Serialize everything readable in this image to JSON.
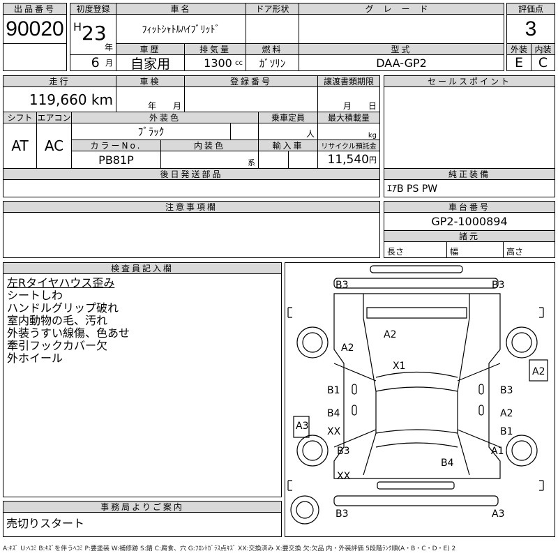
{
  "lot": {
    "label": "出品番号",
    "value": "90020"
  },
  "first_reg": {
    "label": "初度登録",
    "era": "H",
    "year": "23",
    "year_unit": "年",
    "month": "6",
    "month_unit": "月"
  },
  "car_name": {
    "label": "車名",
    "value": "ﾌｨｯﾄｼｬﾄﾙﾊｲﾌﾞﾘｯﾄﾞ"
  },
  "door": {
    "label": "ドア形状",
    "value": ""
  },
  "grade": {
    "label": "グレード",
    "value": ""
  },
  "history": {
    "label": "車歴",
    "value": "自家用"
  },
  "displacement": {
    "label": "排気量",
    "value": "1300",
    "unit": "cc"
  },
  "fuel": {
    "label": "燃料",
    "value": "ｶﾞｿﾘﾝ"
  },
  "model": {
    "label": "型式",
    "value": "DAA-GP2"
  },
  "score": {
    "label": "評価点",
    "value": "3",
    "ext_label": "外装",
    "int_label": "内装",
    "ext": "E",
    "int": "C"
  },
  "mileage": {
    "label": "走行",
    "value": "119,660 km"
  },
  "inspection": {
    "label": "車検",
    "year_unit": "年",
    "month_unit": "月"
  },
  "reg_no": {
    "label": "登録番号"
  },
  "transfer": {
    "label": "譲渡書類期限",
    "month_unit": "月",
    "day_unit": "日"
  },
  "shift": {
    "label": "シフト",
    "value": "AT"
  },
  "ac": {
    "label": "エアコン",
    "value": "AC"
  },
  "ext_color": {
    "label": "外装色",
    "value": "ﾌﾞﾗｯｸ"
  },
  "capacity": {
    "label": "乗車定員",
    "unit": "人"
  },
  "max_load": {
    "label": "最大積載量",
    "unit": "kg"
  },
  "color_no": {
    "label": "カラーNo.",
    "value": "PB81P"
  },
  "int_color": {
    "label": "内装色",
    "unit": "系"
  },
  "import": {
    "label": "輸入車"
  },
  "recycle": {
    "label": "リサイクル預託金",
    "value": "11,540",
    "unit": "円"
  },
  "later_parts": {
    "label": "後日発送部品"
  },
  "sales_point": {
    "label": "セールスポイント"
  },
  "equipment": {
    "label": "純正装備",
    "value": "ｴｱB PS PW"
  },
  "notes": {
    "label": "注意事項欄"
  },
  "chassis": {
    "label": "車台番号",
    "value": "GP2-1000894"
  },
  "spec": {
    "label": "諸元",
    "length": "長さ",
    "width": "幅",
    "height": "高さ"
  },
  "inspector": {
    "label": "検査員記入欄",
    "lines": [
      "左Rタイヤハウス歪み",
      "シートしわ",
      "ハンドルグリップ破れ",
      "室内動物の毛、汚れ",
      "外装うすい線傷、色あせ",
      "牽引フックカバー欠",
      "外ホイール"
    ]
  },
  "office": {
    "label": "事務局よりご案内",
    "value": "売切りスタート"
  },
  "damage": [
    "B3",
    "B3",
    "A2",
    "A2",
    "X1",
    "A2",
    "B1",
    "B3",
    "B4",
    "A2",
    "XX",
    "B1",
    "A3",
    "B3",
    "A1",
    "B4",
    "XX",
    "B3",
    "A3"
  ],
  "legend": "A:ｷｽﾞ U:ﾍｺﾐ B:ｷｽﾞを伴うﾍｺﾐ P:要塗装 W:補修跡 S:錆 C:腐食、穴 G:ﾌﾛﾝﾄｶﾞﾗｽ点ｷｽﾞ XX:交換済み X:要交換 欠:欠品 内・外装評価 5段階ﾗﾝｸ順(A・B・C・D・E) 2"
}
